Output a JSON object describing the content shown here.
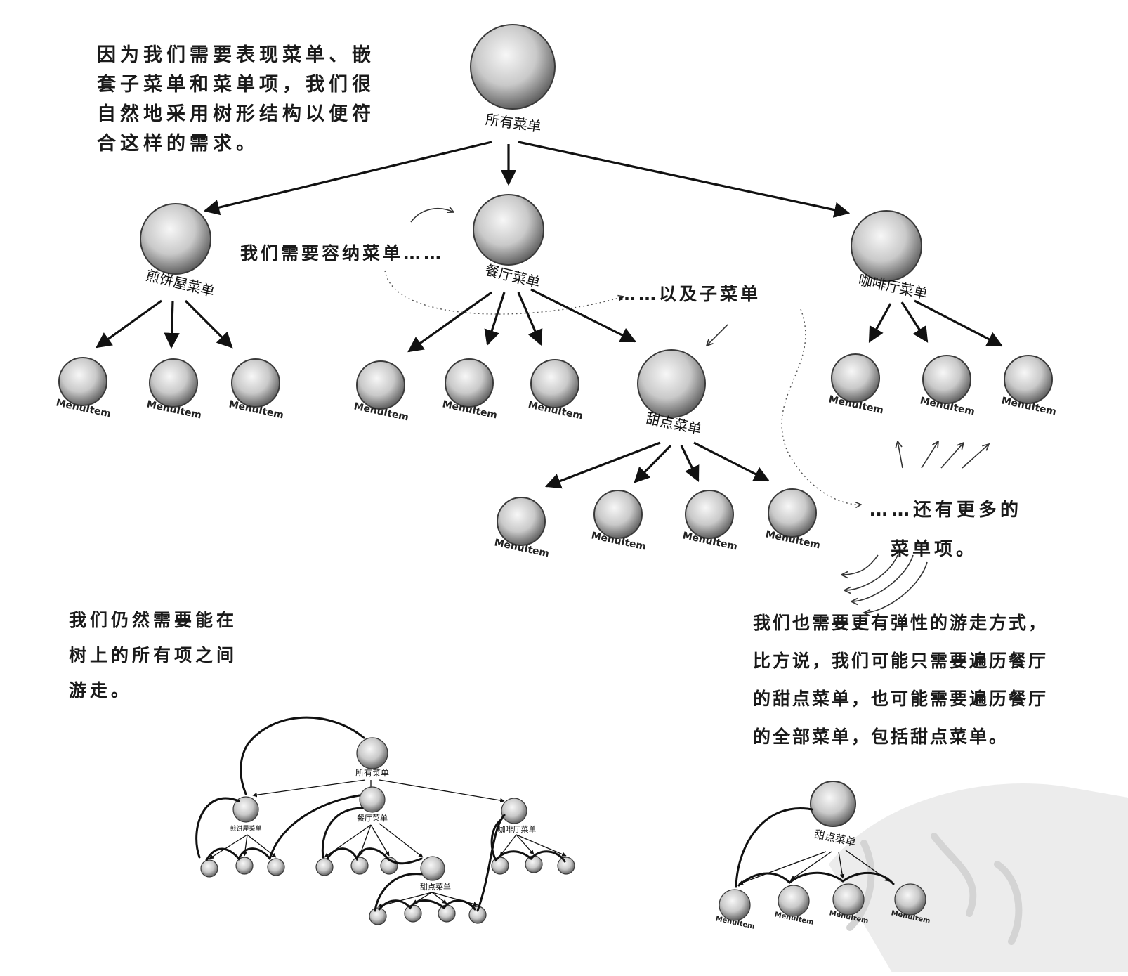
{
  "colors": {
    "ink": "#111111",
    "sphere_light": "#f2f2f2",
    "sphere_dark": "#6a6a6a",
    "watermark": "#e9e9e9"
  },
  "notes": {
    "top_left": [
      "因为我们需要表现菜单、嵌",
      "套子菜单和菜单项，我们很",
      "自然地采用树形结构以便符",
      "合这样的需求。"
    ],
    "contain_menus": "我们需要容纳菜单……",
    "and_submenus": "……以及子菜单",
    "more_items": [
      "……还有更多的",
      "菜单项。"
    ],
    "traverse": [
      "我们仍然需要能在",
      "树上的所有项之间",
      "游走。"
    ],
    "flexible": [
      "我们也需要更有弹性的游走方式，",
      "比方说，我们可能只需要遍历餐厅",
      "的甜点菜单，也可能需要遍历餐厅",
      "的全部菜单，包括甜点菜单。"
    ]
  },
  "tree": {
    "root": "所有菜单",
    "pancake": "煎饼屋菜单",
    "diner": "餐厅菜单",
    "cafe": "咖啡厅菜单",
    "dessert": "甜点菜单",
    "item": "MenuItem"
  },
  "mini_tree": {
    "root": "所有菜单",
    "pancake": "煎饼屋菜单",
    "diner": "餐厅菜单",
    "cafe": "咖啡厅菜单",
    "dessert": "甜点菜单",
    "item": "MenuItem"
  },
  "dessert_tree": {
    "root": "甜点菜单",
    "item": "MenuItem"
  }
}
